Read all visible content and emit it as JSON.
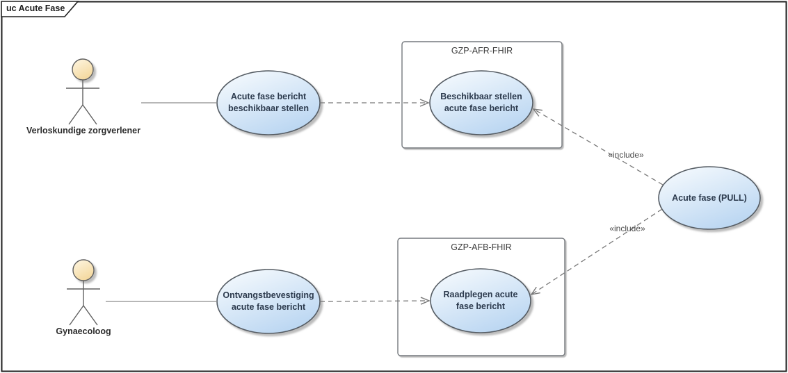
{
  "frame": {
    "title": "uc Acute Fase"
  },
  "actors": [
    {
      "name": "Verloskundige zorgverlener"
    },
    {
      "name": "Gynaecoloog"
    }
  ],
  "systems": [
    {
      "label": "GZP-AFR-FHIR"
    },
    {
      "label": "GZP-AFB-FHIR"
    }
  ],
  "use_cases": [
    {
      "line1": "Acute fase bericht",
      "line2": "beschikbaar stellen"
    },
    {
      "line1": "Beschikbaar stellen",
      "line2": "acute fase bericht"
    },
    {
      "line1": "Ontvangstbevestiging",
      "line2": "acute fase bericht"
    },
    {
      "line1": "Raadplegen acute",
      "line2": "fase bericht"
    },
    {
      "line1": "Acute fase (PULL)"
    }
  ],
  "connectors": {
    "include_labels": [
      "«include»",
      "«include»"
    ]
  },
  "colors": {
    "usecase_fill_top": "#F9FCFE",
    "usecase_fill_bottom": "#BCD7F2",
    "usecase_stroke": "#545B63",
    "actor_head_top": "#FEF6E3",
    "actor_head_bottom": "#F4D9A0",
    "connector_gray": "#787878",
    "frame_color": "#1f1f1f"
  }
}
